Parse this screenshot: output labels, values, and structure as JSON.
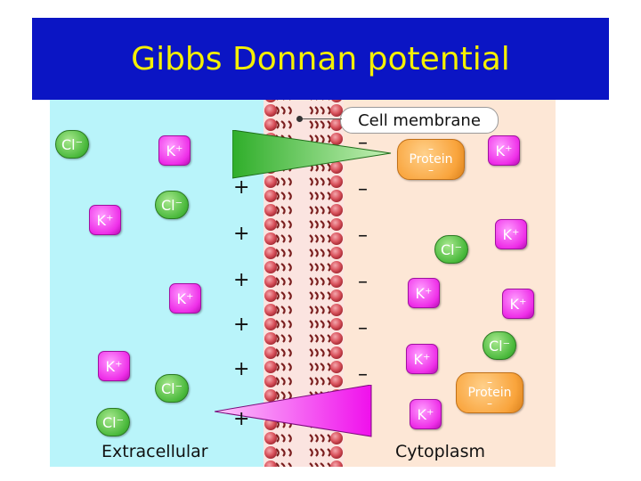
{
  "slide": {
    "title": "Gibbs Donnan potential"
  },
  "labels": {
    "membrane": "Cell membrane",
    "extracellular": "Extracellular",
    "cytoplasm": "Cytoplasm"
  },
  "ions": {
    "cl": "Cl⁻",
    "k": "K⁺"
  },
  "protein": {
    "name": "Protein",
    "charge": "–"
  },
  "charges": {
    "positive": "+",
    "negative": "–"
  },
  "colors": {
    "title_bg": "#0b15c4",
    "title_text": "#f5f000",
    "extracellular_bg": "#b9f4fa",
    "cytoplasm_bg": "#fde7d6",
    "cl_ion": "#48b83a",
    "k_ion": "#ee2ee8",
    "protein": "#f9a43c",
    "lipid": "#b5303a"
  }
}
